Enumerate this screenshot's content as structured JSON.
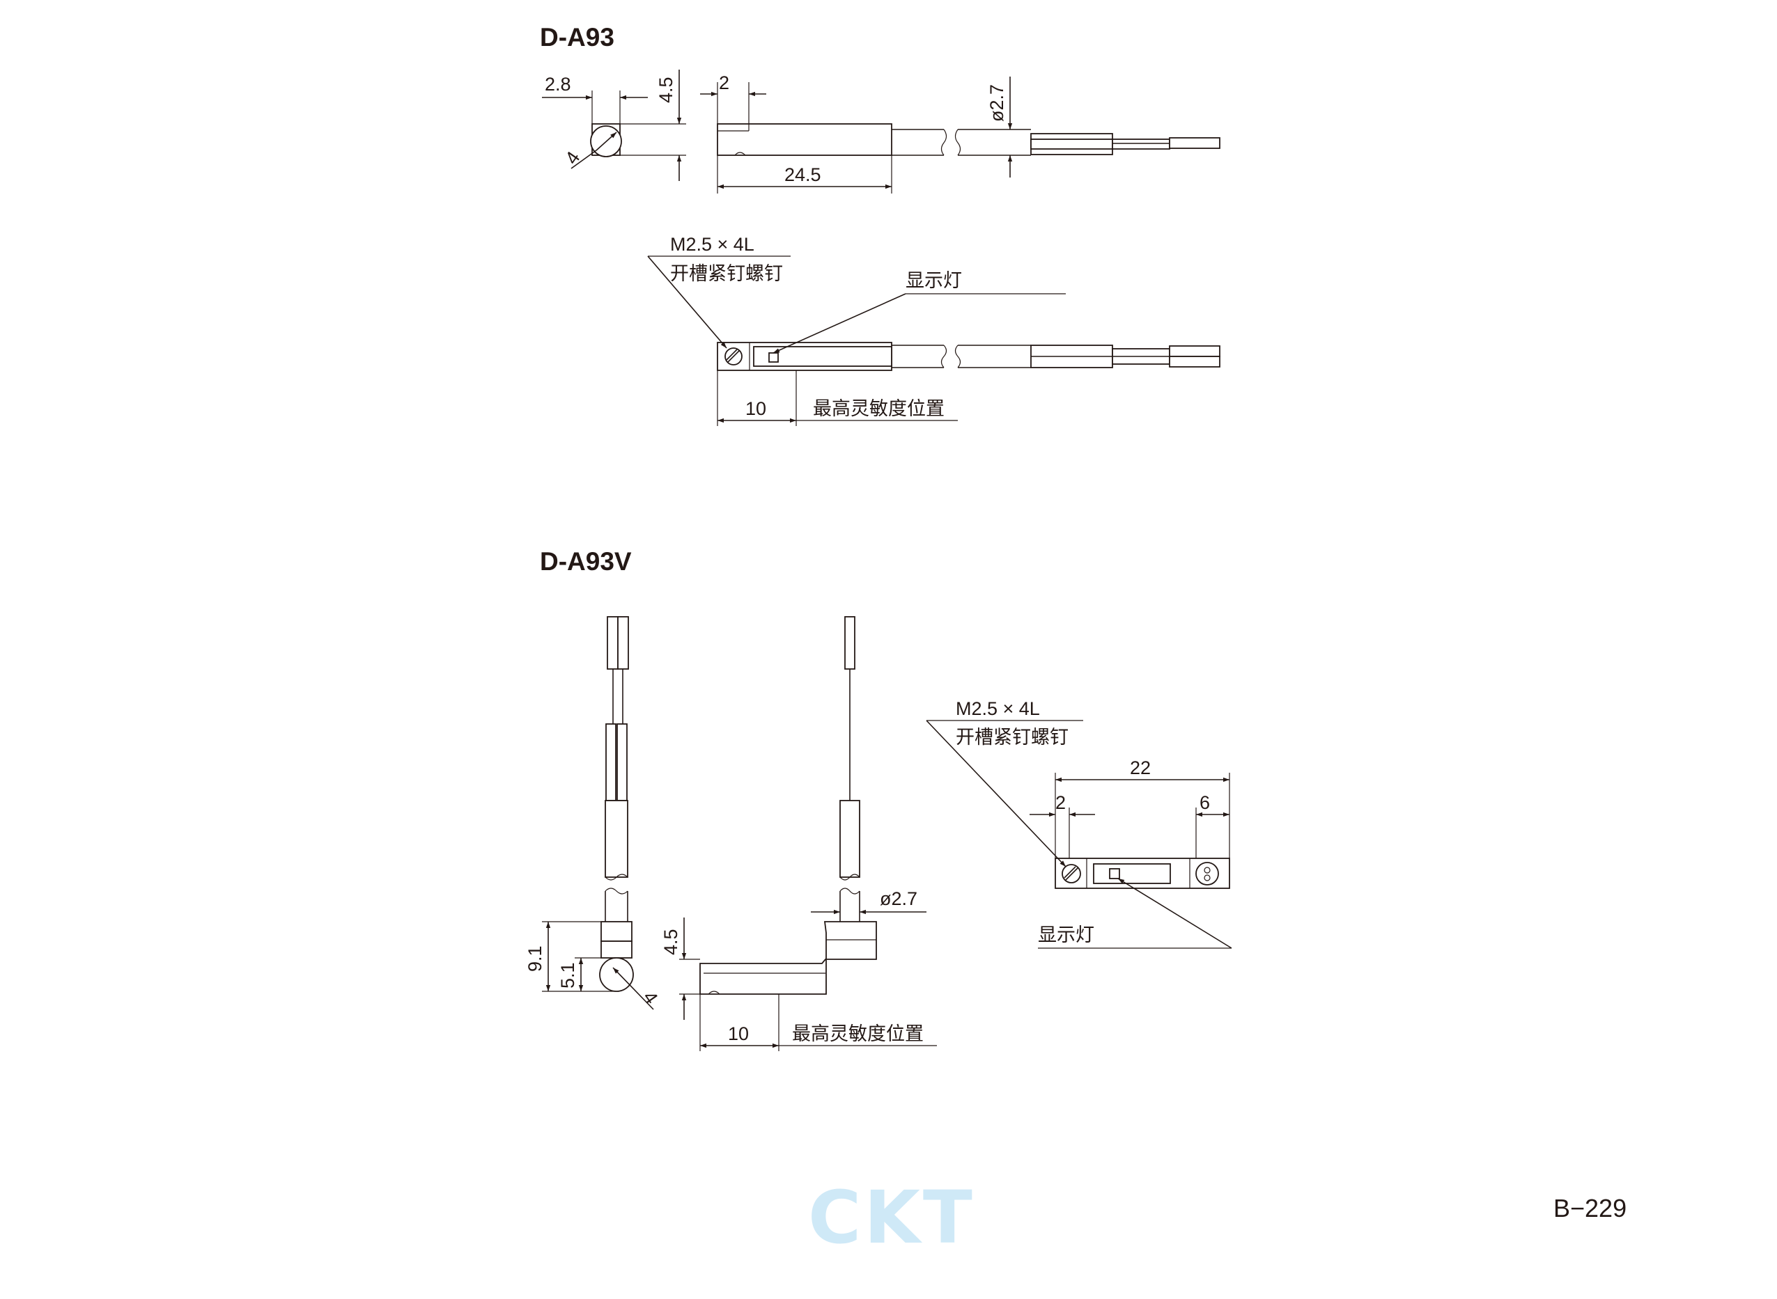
{
  "colors": {
    "ink": "#231815",
    "logo": "#cfe9f7"
  },
  "sections": [
    {
      "title": "D-A93",
      "dims": {
        "d1": "2.8",
        "d2": "4.5",
        "d3": "4",
        "d4": "2",
        "d5": "24.5",
        "d6": "ø2.7",
        "d7": "10"
      },
      "screw_spec": "M2.5 × 4L",
      "screw_name": "开槽紧钉螺钉",
      "indicator": "显示灯",
      "sensing_position": "最高灵敏度位置"
    },
    {
      "title": "D-A93V",
      "dims": {
        "d1": "9.1",
        "d2": "5.1",
        "d3": "4",
        "d4": "4.5",
        "d5": "ø2.7",
        "d6": "10",
        "d7": "22",
        "d8": "2",
        "d9": "6"
      },
      "screw_spec": "M2.5 × 4L",
      "screw_name": "开槽紧钉螺钉",
      "indicator": "显示灯",
      "sensing_position": "最高灵敏度位置"
    }
  ],
  "logo_text": "CKT",
  "page_number": "B−229"
}
